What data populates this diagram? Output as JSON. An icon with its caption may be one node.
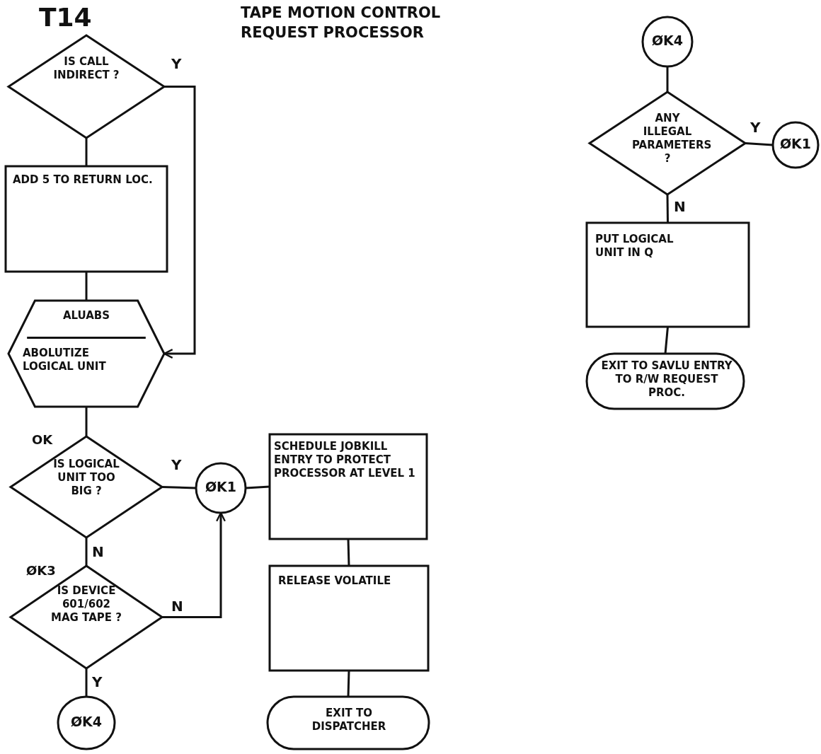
{
  "diagram": {
    "title": "TAPE MOTION CONTROL REQUEST PROCESSOR",
    "nodes": [
      {
        "text": [
          "IS CALL INDIRECT ?"
        ],
        "beside": [
          "T14"
        ]
      },
      {
        "text": [
          "ADD 5 TO RETURN LOC."
        ]
      },
      {
        "text": [
          "ALUABS",
          "ABOLUTIZE LOGICAL UNIT"
        ]
      },
      {
        "text": [
          "IS LOGICAL UNIT TOO BIG ?"
        ],
        "beside": [
          "OK"
        ]
      },
      {
        "text": [
          "ØK1"
        ]
      },
      {
        "text": [
          "SCHEDULE JOBKILL ENTRY TO PROTECT PROCESSOR AT LEVEL 1"
        ]
      },
      {
        "text": [
          "IS DEVICE 601/602 MAG TAPE ?"
        ],
        "beside": [
          "ØK3"
        ]
      },
      {
        "text": [
          "RELEASE VOLATILE"
        ]
      },
      {
        "text": [
          "ØK4"
        ]
      },
      {
        "text": [
          "EXIT TO DISPATCHER"
        ]
      },
      {
        "text": [
          "ØK4"
        ]
      },
      {
        "text": [
          "ANY ILLEGAL PARAMETERS ?"
        ]
      },
      {
        "text": [
          "ØK1"
        ]
      },
      {
        "text": [
          "PUT LOGICAL UNIT IN Q"
        ]
      },
      {
        "text": [
          "EXIT TO SAVLU ENTRY TO R/W REQUEST PROC."
        ]
      }
    ],
    "edges": [
      {
        "from": 0,
        "to": 1,
        "arrow": "none"
      },
      {
        "from": 0,
        "to": 2,
        "arrow": "to",
        "label": "Y"
      },
      {
        "from": 1,
        "to": 2,
        "arrow": "none"
      },
      {
        "from": 2,
        "to": 3,
        "arrow": "none"
      },
      {
        "from": 3,
        "to": 4,
        "arrow": "none",
        "label": "Y"
      },
      {
        "from": 3,
        "to": 6,
        "arrow": "none",
        "label": "N"
      },
      {
        "from": 6,
        "to": 4,
        "arrow": "to",
        "label": "N"
      },
      {
        "from": 6,
        "to": 8,
        "arrow": "none",
        "label": "Y"
      },
      {
        "from": 4,
        "to": 5,
        "arrow": "none"
      },
      {
        "from": 5,
        "to": 7,
        "arrow": "none"
      },
      {
        "from": 7,
        "to": 9,
        "arrow": "none"
      },
      {
        "from": 10,
        "to": 11,
        "arrow": "none"
      },
      {
        "from": 11,
        "to": 12,
        "arrow": "none",
        "label": "Y"
      },
      {
        "from": 11,
        "to": 13,
        "arrow": "none",
        "label": "N"
      },
      {
        "from": 13,
        "to": 14,
        "arrow": "none"
      }
    ]
  }
}
